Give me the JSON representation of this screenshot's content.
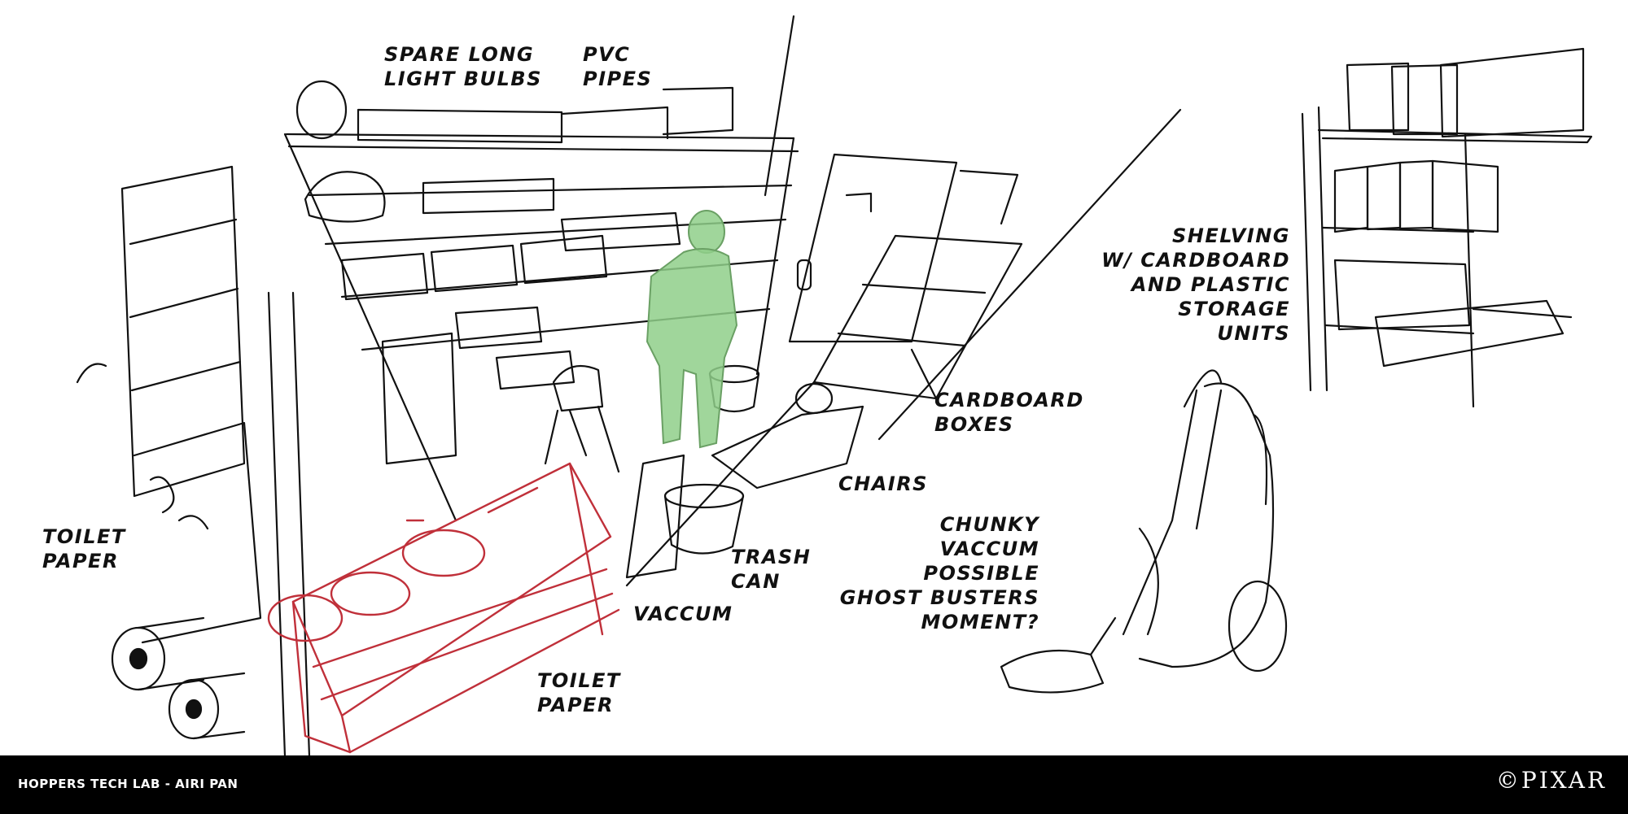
{
  "labels": {
    "spare_long_light_bulbs": [
      "SPARE LONG",
      "LIGHT BULBS"
    ],
    "pvc_pipes": [
      "PVC",
      "PIPES"
    ],
    "toilet_paper_left": [
      "TOILET",
      "PAPER"
    ],
    "toilet_paper_bottom": [
      "TOILET",
      "PAPER"
    ],
    "vaccum": [
      "VACCUM"
    ],
    "trash_can": [
      "TRASH",
      "CAN"
    ],
    "chairs": [
      "CHAIRS"
    ],
    "cardboard_boxes": [
      "CARDBOARD",
      "BOXES"
    ],
    "chunky_vaccum": [
      "CHUNKY",
      "VACCUM",
      "POSSIBLE",
      "GHOST BUSTERS",
      "MOMENT?"
    ],
    "shelving": [
      "SHELVING",
      "W/ CARDBOARD",
      "AND PLASTIC",
      "STORAGE",
      "UNITS"
    ]
  },
  "footer": {
    "credit": "HOPPERS TECH LAB - AIRI PAN",
    "logo": "©PIXAR"
  },
  "colors": {
    "ink": "#111111",
    "figure_highlight": "#8fcf8a",
    "cart_highlight": "#c0303a",
    "footer_bg": "#000000"
  }
}
